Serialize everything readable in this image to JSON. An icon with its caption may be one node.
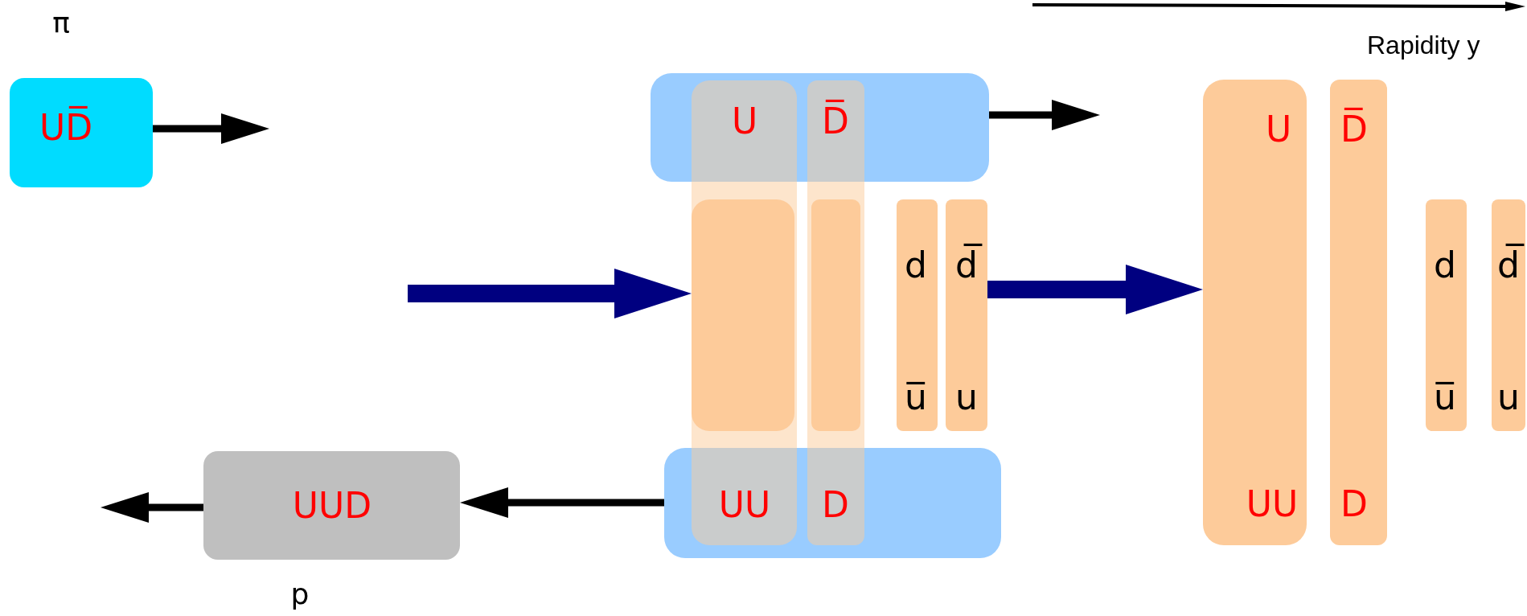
{
  "diagram": {
    "nodes": [
      {
        "text": [
          "UD̅"
        ],
        "beside": [
          "π"
        ]
      },
      {
        "text": [
          "U"
        ]
      },
      {
        "text": [],
        "shape": "box"
      },
      {
        "text": [
          "D̅",
          "D"
        ]
      },
      {
        "text": [],
        "shape": "box",
        "in": 2
      },
      {
        "text": [],
        "shape": "box",
        "in": 3
      },
      {
        "text": [
          "d",
          "u̅"
        ]
      },
      {
        "text": [
          "d̅",
          "u"
        ]
      },
      {
        "text": [
          "UU"
        ]
      },
      {
        "text": [
          "UUD"
        ],
        "beside": [
          "p"
        ]
      },
      {
        "text": [
          "U",
          "UU"
        ]
      },
      {
        "text": [
          "D̅",
          "D"
        ]
      },
      {
        "text": [
          "d",
          "u̅"
        ]
      },
      {
        "text": [
          "d̅",
          "u"
        ]
      }
    ],
    "edges": [
      {
        "from": 0,
        "to": null,
        "arrow": "to"
      },
      {
        "from": null,
        "to": 2,
        "arrow": "to",
        "style": "thick",
        "color": "#000080"
      },
      {
        "from": 1,
        "to": null,
        "arrow": "to"
      },
      {
        "from": 7,
        "to": 10,
        "arrow": "to",
        "style": "thick",
        "color": "#000080"
      },
      {
        "from": 8,
        "to": 9,
        "arrow": "to"
      },
      {
        "from": 9,
        "to": null,
        "arrow": "to"
      }
    ],
    "labels": [
      "Rapidity y"
    ]
  }
}
